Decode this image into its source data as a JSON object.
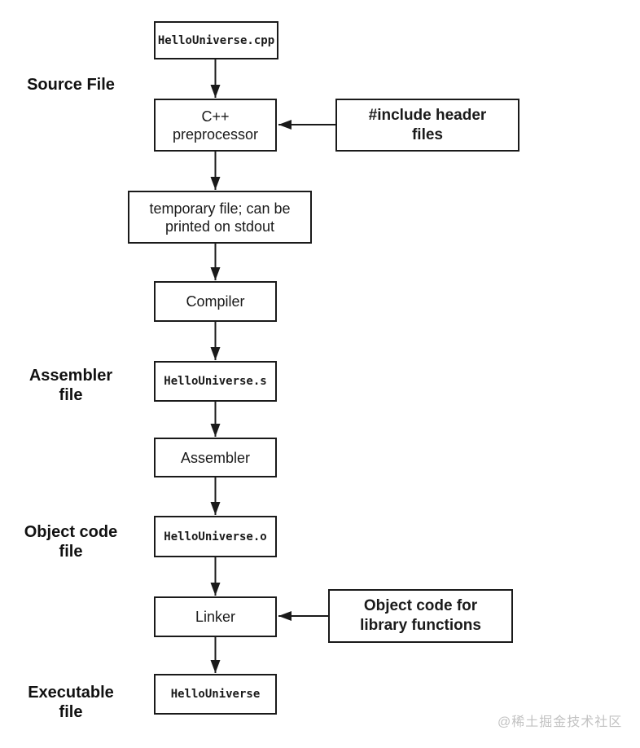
{
  "nodes": {
    "source": "HelloUniverse.cpp",
    "preprocessor": "C++\npreprocessor",
    "include_headers": "#include header\nfiles",
    "temp_file": "temporary file; can be\nprinted on stdout",
    "compiler": "Compiler",
    "assembly_file": "HelloUniverse.s",
    "assembler": "Assembler",
    "object_file": "HelloUniverse.o",
    "linker": "Linker",
    "library_object": "Object code for\nlibrary functions",
    "executable": "HelloUniverse"
  },
  "stage_labels": {
    "source_file": "Source File",
    "assembler_file": "Assembler\nfile",
    "object_code_file": "Object code\nfile",
    "executable_file": "Executable\nfile"
  },
  "watermark": "@稀土掘金技术社区",
  "colors": {
    "stroke": "#1a1a1a",
    "background": "#ffffff",
    "watermark": "#c2c2c2"
  }
}
